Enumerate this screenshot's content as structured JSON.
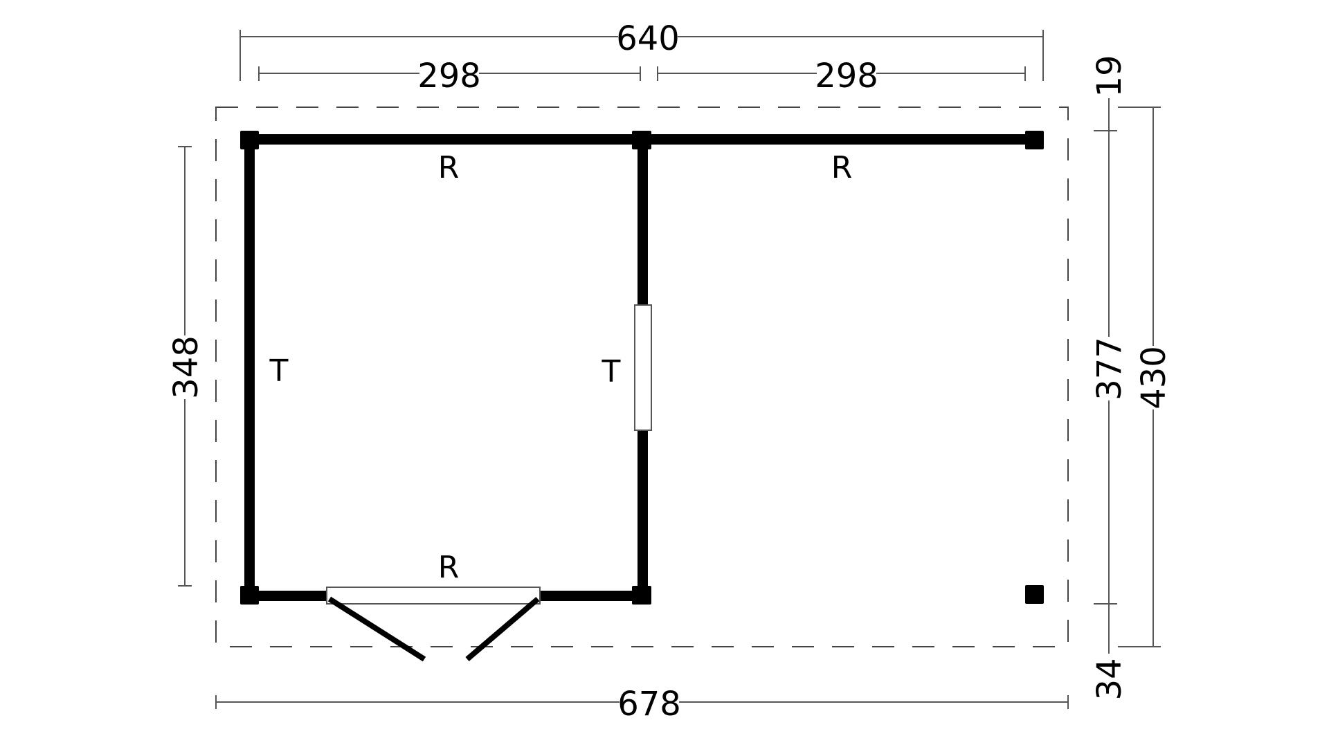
{
  "diagram": {
    "type": "floor-plan",
    "units": "cm",
    "colors": {
      "wall": "#000000",
      "dimension": "#555555",
      "outline": "#444444",
      "background": "#ffffff"
    }
  },
  "dimensions": {
    "top_total": {
      "label": "640"
    },
    "top_left": {
      "label": "298"
    },
    "top_right": {
      "label": "298"
    },
    "bottom_total": {
      "label": "678"
    },
    "left_height": {
      "label": "348"
    },
    "right_overhang_top": {
      "label": "19"
    },
    "right_inner": {
      "label": "377"
    },
    "right_overhang_bottom": {
      "label": "34"
    },
    "right_total": {
      "label": "430"
    }
  },
  "wall_labels": {
    "top_left": "R",
    "top_right": "R",
    "bottom": "R",
    "left": "T",
    "middle": "T"
  }
}
